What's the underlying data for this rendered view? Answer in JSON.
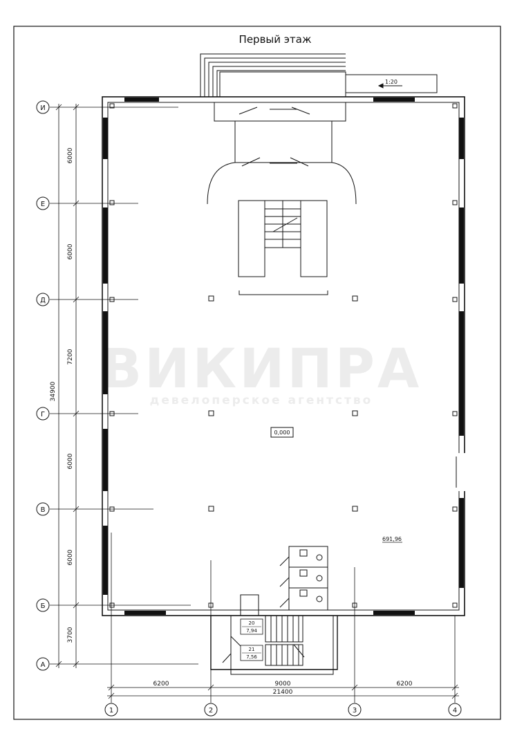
{
  "title": "Первый этаж",
  "scale_label": "1:20",
  "watermark": {
    "main": "ВИКИПРА",
    "sub": "девелоперское агентство"
  },
  "axes_rows": [
    {
      "id": "row-i",
      "label": "И"
    },
    {
      "id": "row-e",
      "label": "Е"
    },
    {
      "id": "row-d",
      "label": "Д"
    },
    {
      "id": "row-g",
      "label": "Г"
    },
    {
      "id": "row-v",
      "label": "В"
    },
    {
      "id": "row-b",
      "label": "Б"
    },
    {
      "id": "row-a",
      "label": "А"
    }
  ],
  "axes_cols": [
    {
      "id": "col-1",
      "label": "1"
    },
    {
      "id": "col-2",
      "label": "2"
    },
    {
      "id": "col-3",
      "label": "3"
    },
    {
      "id": "col-4",
      "label": "4"
    }
  ],
  "dims_vertical": [
    "6000",
    "6000",
    "7200",
    "6000",
    "6000",
    "3700"
  ],
  "dim_total_vertical": "34900",
  "dims_horizontal": [
    "6200",
    "9000",
    "6200"
  ],
  "dim_total_horizontal": "21400",
  "level_mark": "0,000",
  "area_label": "691,96",
  "rooms": [
    {
      "number": "20",
      "area": "7,94"
    },
    {
      "number": "21",
      "area": "7,56"
    }
  ]
}
